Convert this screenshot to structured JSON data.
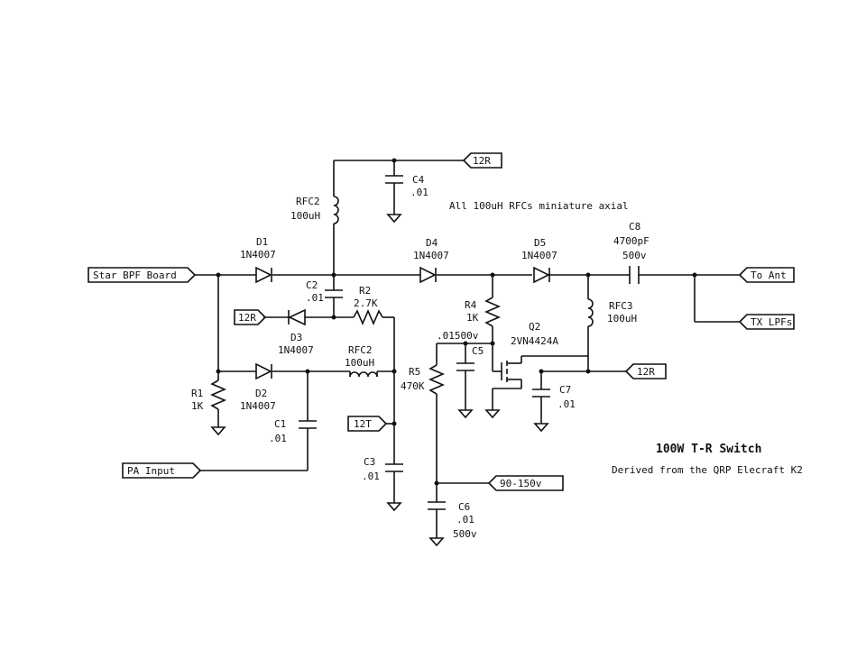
{
  "title": "100W T-R Switch",
  "subtitle": "Derived from the QRP Elecraft K2",
  "note": "All 100uH RFCs miniature axial",
  "ports": {
    "star_bpf": "Star BPF Board",
    "pa_input": "PA Input",
    "to_ant": "To Ant",
    "tx_lpfs": "TX LPFs",
    "r12_top": "12R",
    "r12_mid": "12R",
    "r12_right": "12R",
    "t12": "12T",
    "v90": "90-150v"
  },
  "components": {
    "c4": {
      "ref": "C4",
      "value": ".01"
    },
    "rfc2_top": {
      "ref": "RFC2",
      "value": "100uH"
    },
    "d1": {
      "ref": "D1",
      "value": "1N4007"
    },
    "d4": {
      "ref": "D4",
      "value": "1N4007"
    },
    "d5": {
      "ref": "D5",
      "value": "1N4007"
    },
    "c8": {
      "ref": "C8",
      "value": "4700pF",
      "rating": "500v"
    },
    "c2": {
      "ref": "C2",
      "value": ".01"
    },
    "r2": {
      "ref": "R2",
      "value": "2.7K"
    },
    "d3": {
      "ref": "D3",
      "value": "1N4007"
    },
    "r4": {
      "ref": "R4",
      "value": "1K"
    },
    "rfc3": {
      "ref": "RFC3",
      "value": "100uH"
    },
    "q2": {
      "ref": "Q2",
      "value": "2VN4424A"
    },
    "c5": {
      "ref": "C5",
      "value": ".01500v"
    },
    "rfc2_mid": {
      "ref": "RFC2",
      "value": "100uH"
    },
    "r5": {
      "ref": "R5",
      "value": "470K"
    },
    "d2": {
      "ref": "D2",
      "value": "1N4007"
    },
    "r1": {
      "ref": "R1",
      "value": "1K"
    },
    "c7": {
      "ref": "C7",
      "value": ".01"
    },
    "c1": {
      "ref": "C1",
      "value": ".01"
    },
    "c3": {
      "ref": "C3",
      "value": ".01"
    },
    "c6": {
      "ref": "C6",
      "value": ".01",
      "rating": "500v"
    }
  }
}
